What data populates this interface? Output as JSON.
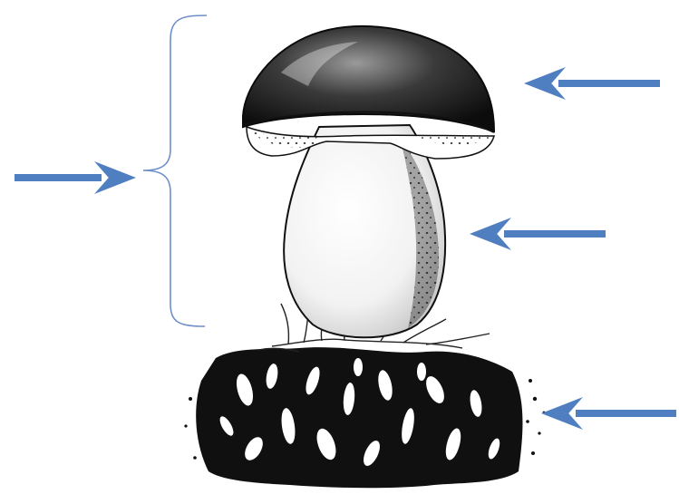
{
  "diagram": {
    "subject": "mushroom-structure",
    "parts": [
      {
        "id": "cap",
        "icon": "mushroom-cap-icon"
      },
      {
        "id": "stem",
        "icon": "mushroom-stem-icon"
      },
      {
        "id": "mycelium",
        "icon": "mycelium-icon"
      },
      {
        "id": "fruiting-body",
        "icon": "brace-icon"
      }
    ],
    "pointers": [
      {
        "target": "cap",
        "direction": "left"
      },
      {
        "target": "stem",
        "direction": "left"
      },
      {
        "target": "mycelium",
        "direction": "left"
      },
      {
        "target": "fruiting-body",
        "direction": "right"
      }
    ],
    "labels": []
  },
  "colors": {
    "arrow": "#4f7fc1",
    "brace": "#6f8fc9",
    "ink": "#111111",
    "background": "#ffffff"
  }
}
